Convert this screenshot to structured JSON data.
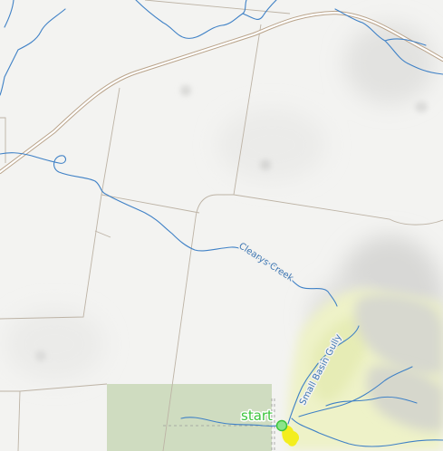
{
  "map": {
    "features": {
      "creek_1": "Clearys Creek",
      "creek_2": "Small Basin Gully"
    },
    "marker": {
      "label": "start"
    }
  },
  "colors": {
    "background": "#f3f3f1",
    "hill_shade": "#dcdcda",
    "vegetation": "#eef2c8",
    "reserve": "#cfdcc0",
    "waterway": "#3f81c6",
    "road_casing": "#b9a38a",
    "road_fill": "#ffffff",
    "boundary": "#bdb3a5",
    "track": "#9a9a9a",
    "marker_ring": "#3cc43c",
    "marker_fill": "#8be48b",
    "highlight": "#f3ee1e"
  }
}
